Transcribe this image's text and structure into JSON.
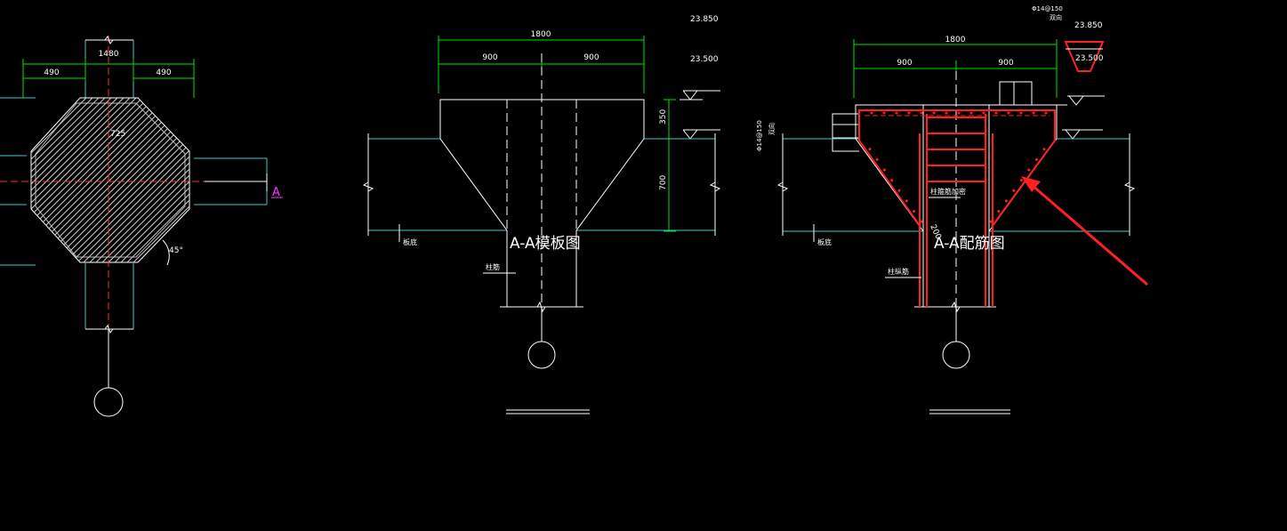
{
  "colors": {
    "background": "#000000",
    "outline": "#ffffff",
    "dimension": "#00e000",
    "beam": "#3fc7c7",
    "rebar": "#ff2020",
    "section_marker": "#ff33ff",
    "arrow": "#ff2020"
  },
  "plan": {
    "dim_total": "1480",
    "dim_left": "490",
    "dim_right": "490",
    "hatch_label": "725",
    "angle_label": "45°",
    "section_marker": "A"
  },
  "formwork": {
    "title": "A-A模板图",
    "dim_total": "1800",
    "dim_left": "900",
    "dim_right": "900",
    "elev_top": "23.850",
    "elev_mid": "23.500",
    "dim_v_upper": "350",
    "dim_v_lower": "700",
    "label_slab": "板底",
    "label_column": "柱筋"
  },
  "rebar": {
    "title": "A-A配筋图",
    "dim_total": "1800",
    "dim_left": "900",
    "dim_right": "900",
    "elev_top": "23.850",
    "elev_mid": "23.500",
    "note_top_1": "Φ14@150",
    "note_top_2": "双向",
    "note_left_1": "Φ14@150",
    "note_left_2": "双向",
    "label_slab": "板底",
    "label_inner": "柱箍筋加密",
    "label_col": "柱纵筋",
    "label_dim": "200"
  }
}
